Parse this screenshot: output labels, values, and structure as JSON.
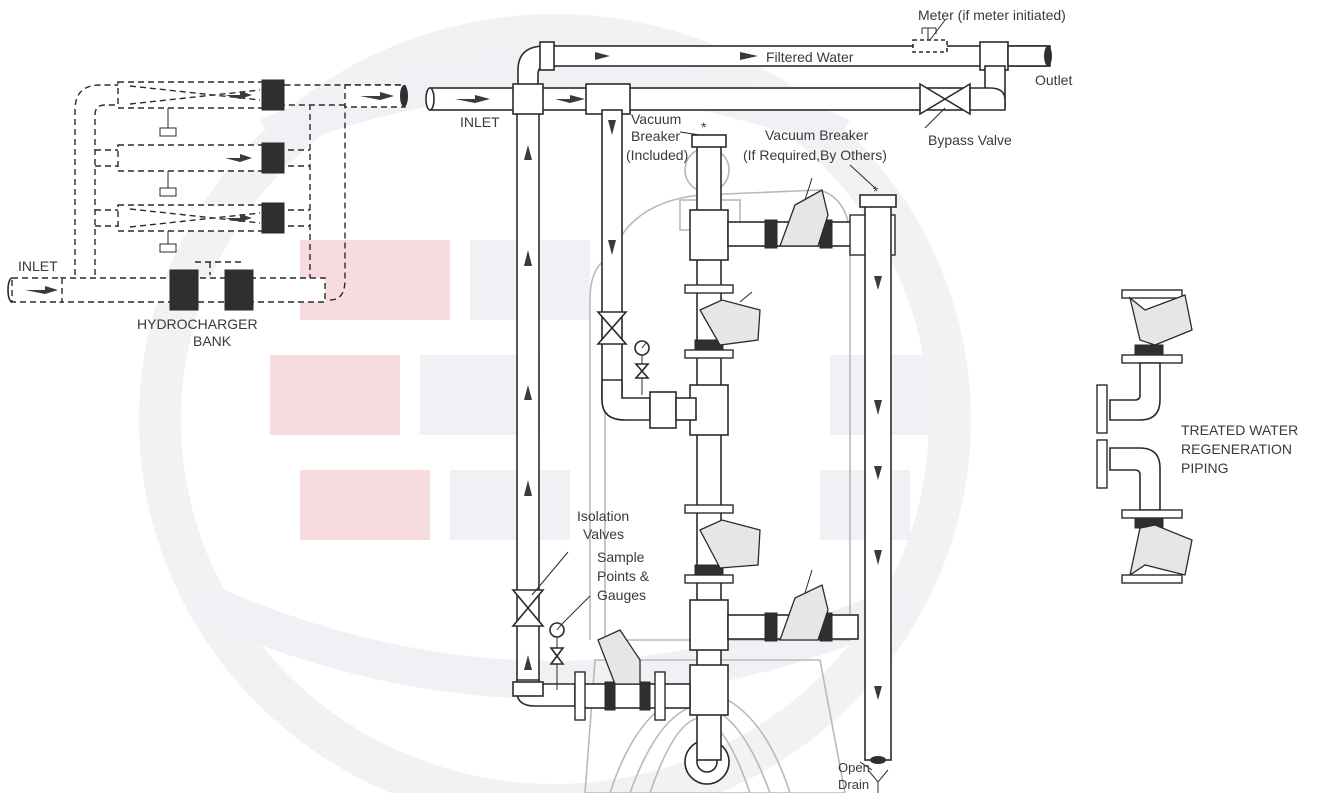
{
  "colors": {
    "watermark_red": "#f7d9dc",
    "watermark_gray": "#eef0f3",
    "watermark_ring": "#f1f2f4",
    "line": "#2b2b2b",
    "tank_outline": "#b9b9b9",
    "text": "#3a3a3a"
  },
  "labels": {
    "meter": "Meter (if meter initiated)",
    "filtered_water": "Filtered Water",
    "outlet": "Outlet",
    "inlet_top": "INLET",
    "vacuum_breaker_included_1": "Vacuum",
    "vacuum_breaker_included_2": "Breaker",
    "vacuum_breaker_included_3": "(Included)",
    "vacuum_breaker_others_1": "Vacuum Breaker",
    "vacuum_breaker_others_2": "(If Required,By Others)",
    "bypass_valve": "Bypass Valve",
    "inlet_left": "INLET",
    "hydrocharger_1": "HYDROCHARGER",
    "hydrocharger_2": "BANK",
    "isolation_1": "Isolation",
    "isolation_2": "Valves",
    "sample_1": "Sample",
    "sample_2": "Points &",
    "sample_3": "Gauges",
    "treated_1": "TREATED WATER",
    "treated_2": "REGENERATION",
    "treated_3": "PIPING",
    "open_drain_1": "Open",
    "open_drain_2": "Drain"
  },
  "icons": {
    "flow_arrow": "arrowhead",
    "gate_valve": "bowtie-valve",
    "pressure_gauge": "circle-gauge",
    "diaphragm_valve": "diaphragm-valve",
    "vacuum_breaker": "asterisk"
  }
}
